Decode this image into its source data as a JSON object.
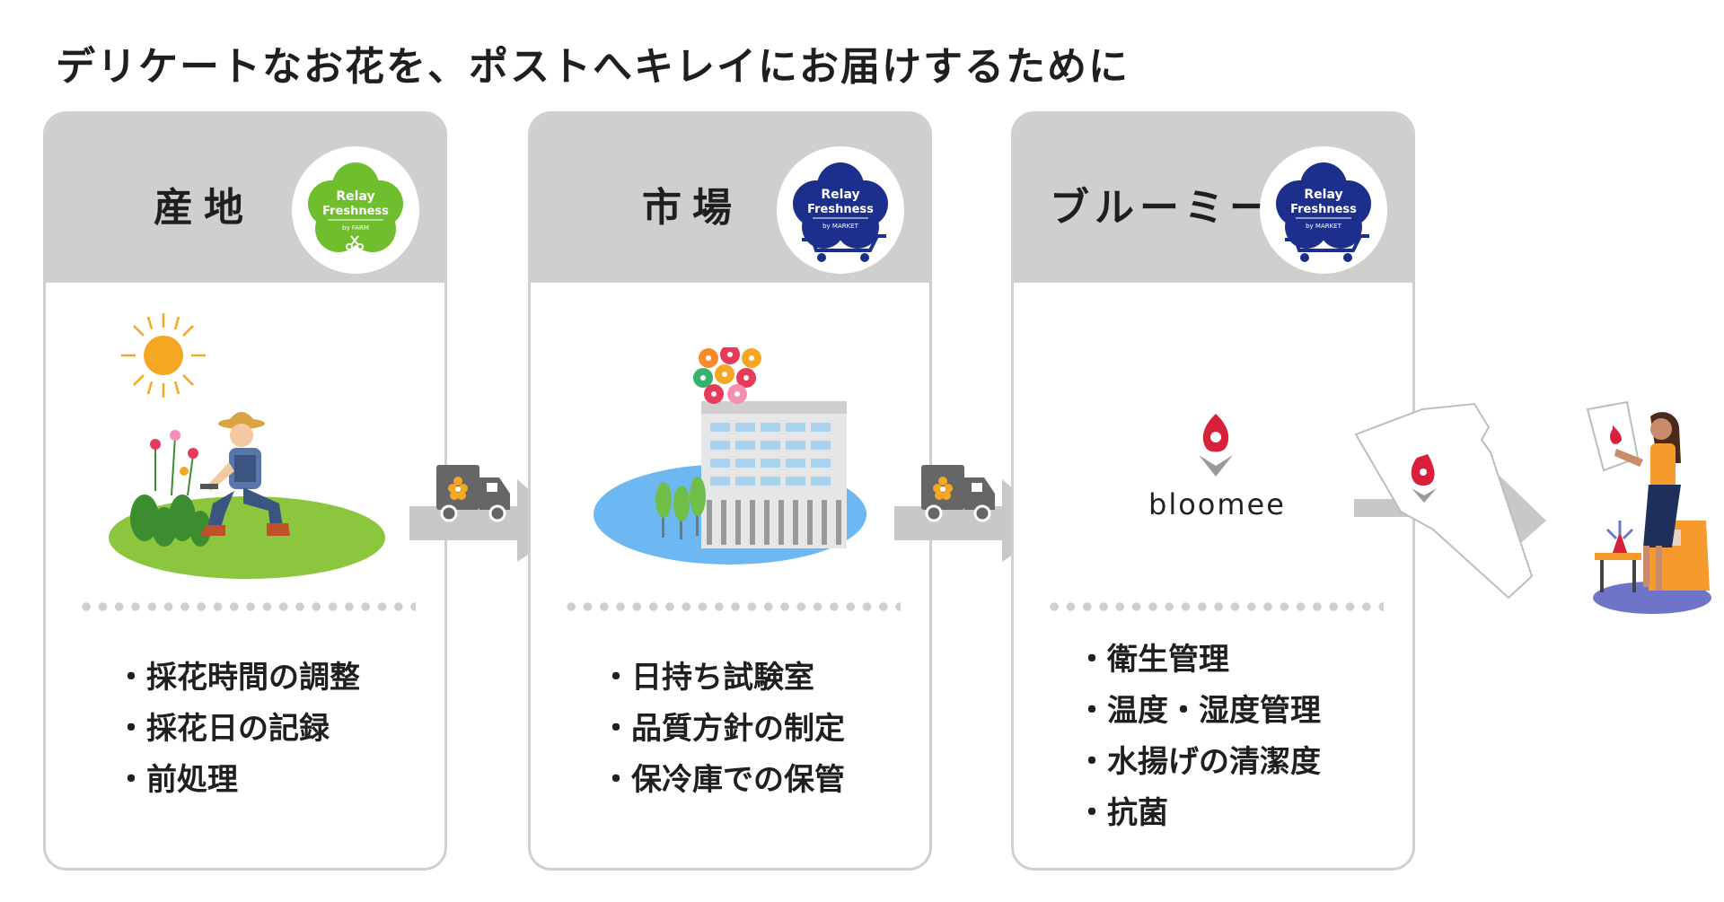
{
  "title": "デリケートなお花を、ポストへキレイにお届けするために",
  "badge_text": {
    "line1": "Relay",
    "line2": "Freshness",
    "farm_sub": "by FARM",
    "market_sub": "by MARKET"
  },
  "stages": [
    {
      "title": "産地",
      "badge_color": "#6fbe2e",
      "items": [
        "採花時間の調整",
        "採花日の記録",
        "前処理"
      ]
    },
    {
      "title": "市場",
      "badge_color": "#1d2f8c",
      "items": [
        "日持ち試験室",
        "品質方針の制定",
        "保冷庫での保管"
      ]
    },
    {
      "title": "ブルーミー",
      "badge_color": "#1d2f8c",
      "brand": "bloomee",
      "items": [
        "衛生管理",
        "温度・湿度管理",
        "水揚げの清潔度",
        "抗菌"
      ]
    }
  ],
  "colors": {
    "header_gray": "#cfcfcf",
    "arrow_gray": "#c8c8c8",
    "bloomee_red": "#d8203a"
  }
}
